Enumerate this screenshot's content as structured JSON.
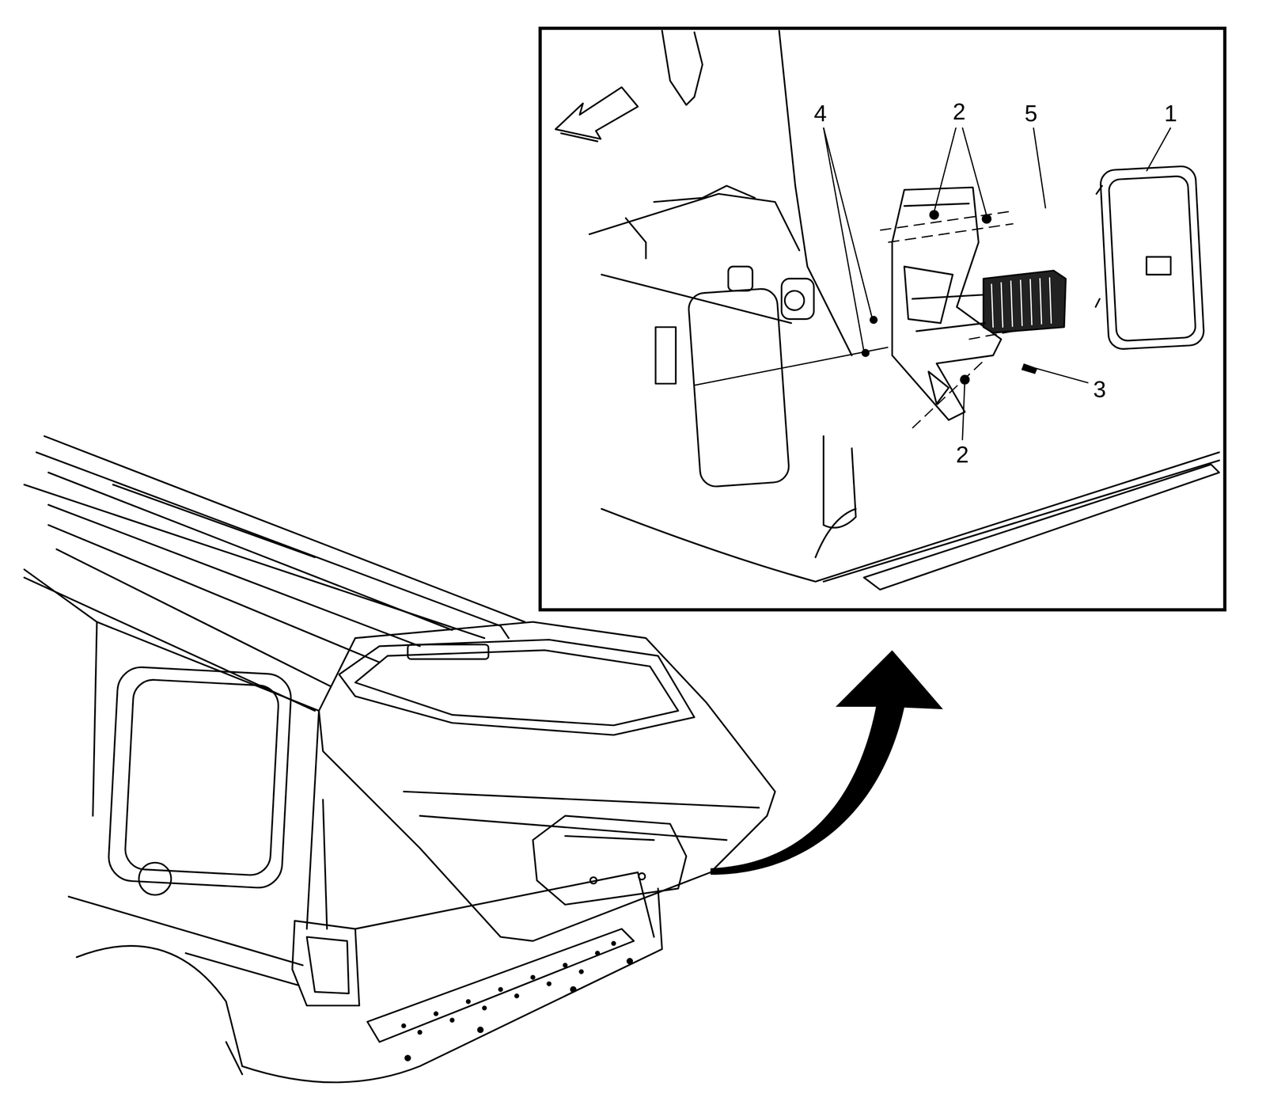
{
  "diagram": {
    "labels": [
      "4",
      "2",
      "5",
      "1",
      "3",
      "2"
    ]
  }
}
